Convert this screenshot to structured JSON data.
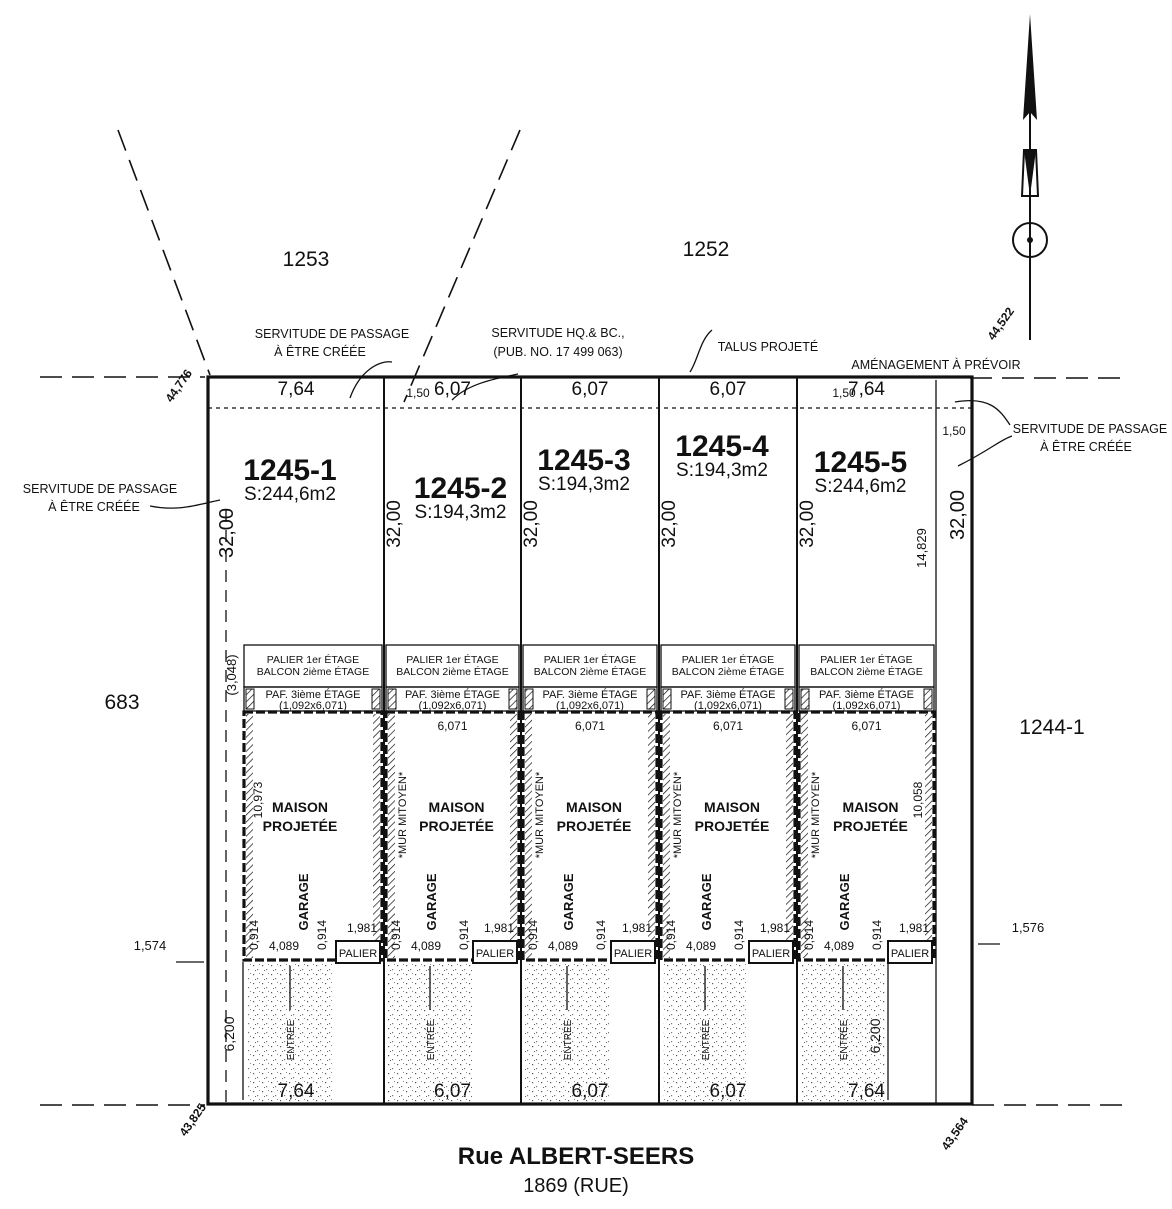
{
  "adjacent_lots": {
    "nw": "1253",
    "ne": "1252",
    "west": "683",
    "east": "1244-1"
  },
  "street": {
    "name": "Rue ALBERT-SEERS",
    "lot": "1869 (RUE)"
  },
  "notes": {
    "servitude_top_left": [
      "SERVITUDE DE PASSAGE",
      "À ÊTRE CRÉÉE"
    ],
    "servitude_hq": [
      "SERVITUDE HQ.& BC.,",
      "(PUB. NO.   17 499 063)"
    ],
    "talus": "TALUS PROJETÉ",
    "amenagement": "AMÉNAGEMENT À PRÉVOIR",
    "servitude_right": [
      "SERVITUDE DE PASSAGE",
      "À ÊTRE CRÉÉE"
    ],
    "servitude_left": [
      "SERVITUDE DE PASSAGE",
      "À ÊTRE CRÉÉE"
    ]
  },
  "corner_elevations": {
    "top_left": "44,776",
    "top_right": "44,522",
    "bottom_left": "43,825",
    "bottom_right": "43,564"
  },
  "dims": {
    "servitude_width": "1,50",
    "side_depth": "32,00",
    "west_offset": "(3,048)",
    "right_house_depth": "14,829",
    "front_left": "1,574",
    "front_right": "1,576",
    "driveway_depth": "6,200"
  },
  "lots": [
    {
      "id": "1245-1",
      "area": "S:244,6m2",
      "front": "7,64",
      "rear": "7,64",
      "depth": "32,00",
      "palier": [
        "PALIER 1er ÉTAGE",
        "BALCON 2ième ÉTAGE"
      ],
      "paf": [
        "PAF. 3ième ÉTAGE",
        "(1,092x6,071)"
      ],
      "house_width": "",
      "house_depth": "10,973",
      "house": [
        "MAISON",
        "PROJETÉE"
      ],
      "garage": "GARAGE",
      "garage_width": "4,089",
      "gap": "0,914",
      "palier_width": "1,981",
      "palier_label": "PALIER",
      "entree": "ENTRÉE",
      "mur": ""
    },
    {
      "id": "1245-2",
      "area": "S:194,3m2",
      "front": "6,07",
      "rear": "6,07",
      "depth": "32,00",
      "palier": [
        "PALIER 1er ÉTAGE",
        "BALCON 2ième ÉTAGE"
      ],
      "paf": [
        "PAF. 3ième ÉTAGE",
        "(1,092x6,071)"
      ],
      "house_width": "6,071",
      "house_depth": "",
      "house": [
        "MAISON",
        "PROJETÉE"
      ],
      "garage": "GARAGE",
      "garage_width": "4,089",
      "gap": "0,914",
      "palier_width": "1,981",
      "palier_label": "PALIER",
      "entree": "ENTRÉE",
      "mur": "*MUR MITOYEN*"
    },
    {
      "id": "1245-3",
      "area": "S:194,3m2",
      "front": "6,07",
      "rear": "6,07",
      "depth": "32,00",
      "palier": [
        "PALIER 1er ÉTAGE",
        "BALCON 2ième ÉTAGE"
      ],
      "paf": [
        "PAF. 3ième ÉTAGE",
        "(1,092x6,071)"
      ],
      "house_width": "6,071",
      "house_depth": "",
      "house": [
        "MAISON",
        "PROJETÉE"
      ],
      "garage": "GARAGE",
      "garage_width": "4,089",
      "gap": "0,914",
      "palier_width": "1,981",
      "palier_label": "PALIER",
      "entree": "ENTRÉE",
      "mur": "*MUR MITOYEN*"
    },
    {
      "id": "1245-4",
      "area": "S:194,3m2",
      "front": "6,07",
      "rear": "6,07",
      "depth": "32,00",
      "palier": [
        "PALIER 1er ÉTAGE",
        "BALCON 2ième ÉTAGE"
      ],
      "paf": [
        "PAF. 3ième ÉTAGE",
        "(1,092x6,071)"
      ],
      "house_width": "6,071",
      "house_depth": "",
      "house": [
        "MAISON",
        "PROJETÉE"
      ],
      "garage": "GARAGE",
      "garage_width": "4,089",
      "gap": "0,914",
      "palier_width": "1,981",
      "palier_label": "PALIER",
      "entree": "ENTRÉE",
      "mur": "*MUR MITOYEN*"
    },
    {
      "id": "1245-5",
      "area": "S:244,6m2",
      "front": "7,64",
      "rear": "7,64",
      "depth": "32,00",
      "palier": [
        "PALIER 1er ÉTAGE",
        "BALCON 2ième ÉTAGE"
      ],
      "paf": [
        "PAF. 3ième ÉTAGE",
        "(1,092x6,071)"
      ],
      "house_width": "6,071",
      "house_depth": "10,058",
      "house": [
        "MAISON",
        "PROJETÉE"
      ],
      "garage": "GARAGE",
      "garage_width": "4,089",
      "gap": "0,914",
      "palier_width": "1,981",
      "palier_label": "PALIER",
      "entree": "ENTRÉE",
      "mur": "*MUR MITOYEN*"
    }
  ],
  "icons": [
    "north-arrow-icon",
    "survey-marker-icon"
  ]
}
